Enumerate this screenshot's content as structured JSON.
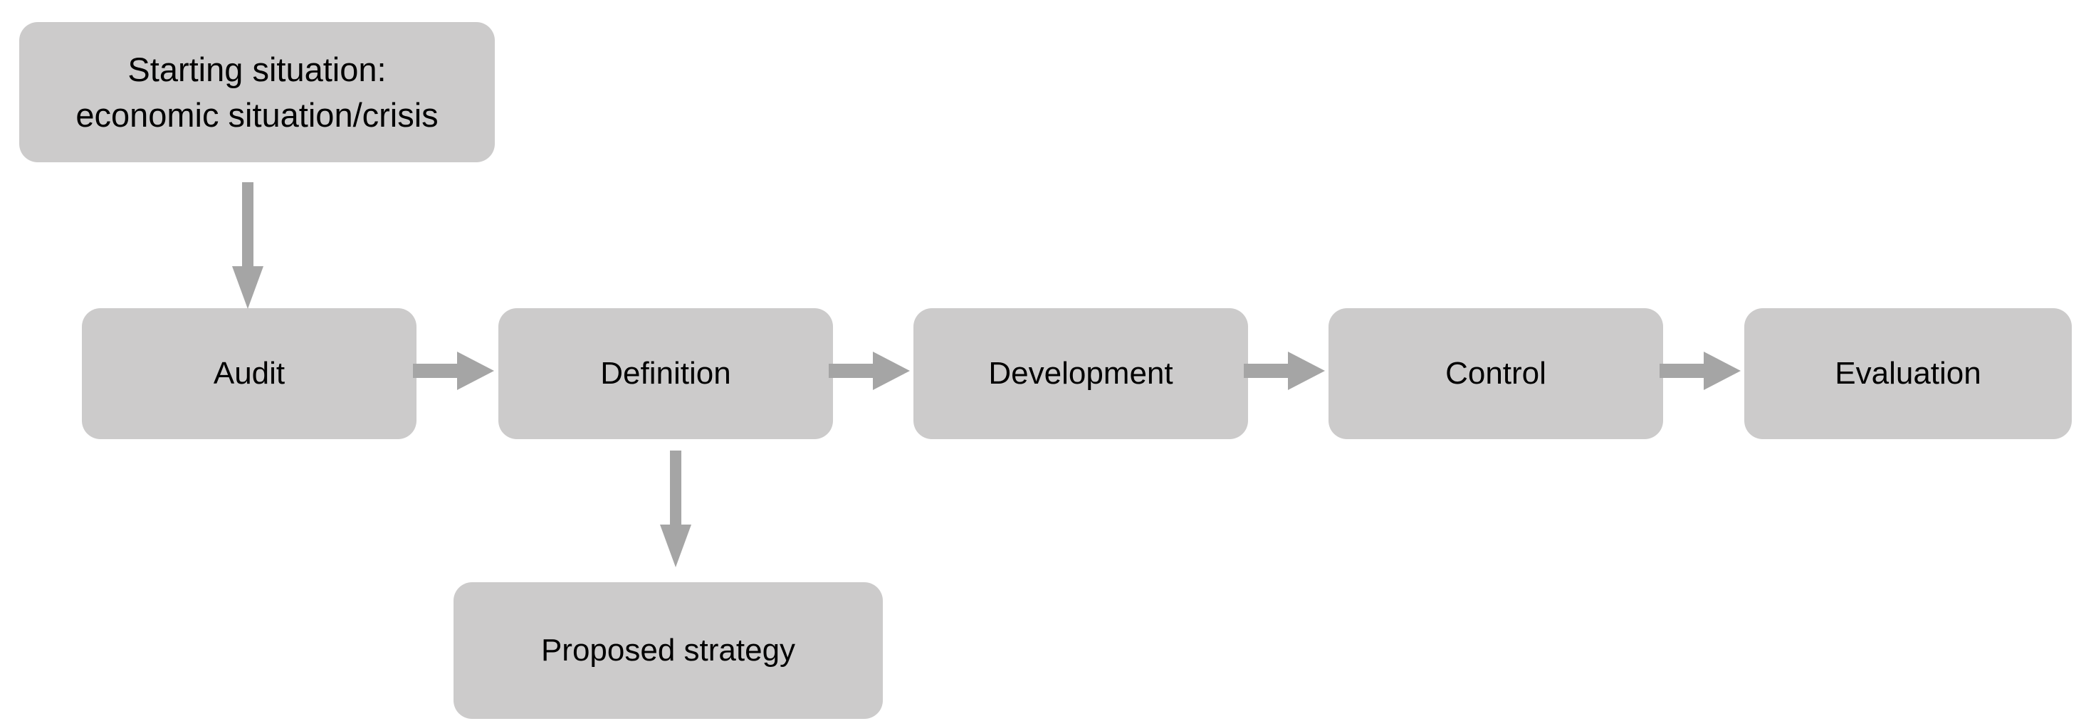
{
  "diagram": {
    "title": "Strategic process flow diagram",
    "background_color": "#ffffff",
    "node_fill_color": "#cccbcb",
    "arrow_color": "#a5a5a5",
    "text_color": "#000000",
    "nodes": [
      {
        "id": "start",
        "label": "Starting situation:\neconomic situation/crisis"
      },
      {
        "id": "audit",
        "label": "Audit"
      },
      {
        "id": "definition",
        "label": "Definition"
      },
      {
        "id": "development",
        "label": "Development"
      },
      {
        "id": "control",
        "label": "Control"
      },
      {
        "id": "evaluation",
        "label": "Evaluation"
      },
      {
        "id": "strategy",
        "label": "Proposed strategy"
      }
    ],
    "arrows": [
      {
        "id": "start-to-audit",
        "from": "start",
        "to": "audit",
        "direction": "down"
      },
      {
        "id": "audit-to-definition",
        "from": "audit",
        "to": "definition",
        "direction": "right"
      },
      {
        "id": "definition-to-development",
        "from": "definition",
        "to": "development",
        "direction": "right"
      },
      {
        "id": "development-to-control",
        "from": "development",
        "to": "control",
        "direction": "right"
      },
      {
        "id": "control-to-evaluation",
        "from": "control",
        "to": "evaluation",
        "direction": "right"
      },
      {
        "id": "definition-to-strategy",
        "from": "definition",
        "to": "strategy",
        "direction": "down"
      }
    ]
  }
}
